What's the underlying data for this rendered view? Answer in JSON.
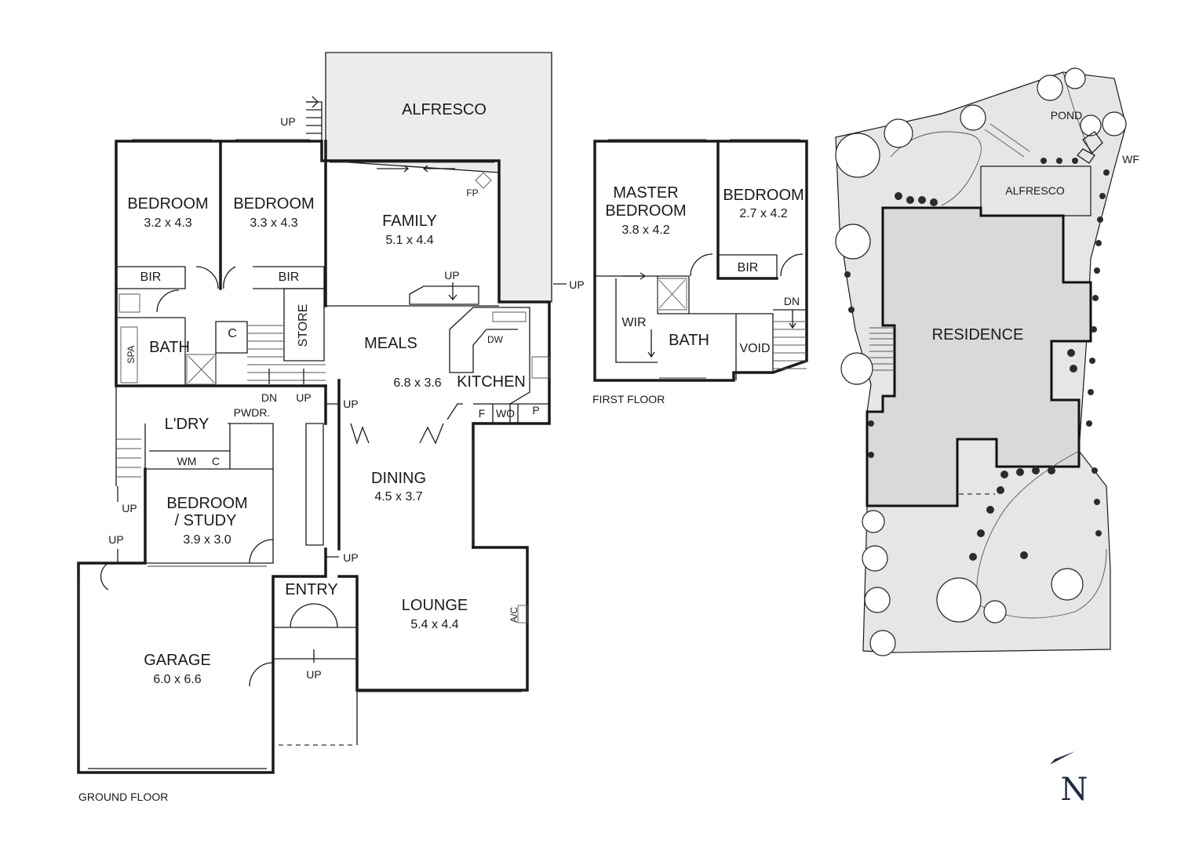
{
  "labels": {
    "ground_floor": "GROUND FLOOR",
    "first_floor": "FIRST FLOOR",
    "north": "N"
  },
  "rooms": {
    "alfresco": "ALFRESCO",
    "bedroom1": {
      "name": "BEDROOM",
      "dim": "3.2 x 4.3"
    },
    "bedroom2": {
      "name": "BEDROOM",
      "dim": "3.3 x 4.3"
    },
    "family": {
      "name": "FAMILY",
      "dim": "5.1 x 4.4"
    },
    "bir1": "BIR",
    "bir2": "BIR",
    "bath": "BATH",
    "spa": "SPA",
    "c1": "C",
    "store": "STORE",
    "meals": "MEALS",
    "meals_dim": "6.8 x 3.6",
    "kitchen": "KITCHEN",
    "dw": "DW",
    "fp": "FP",
    "f": "F",
    "wo": "WO",
    "p": "P",
    "ldry": "L'DRY",
    "pwdr": "PWDR.",
    "wm": "WM",
    "c2": "C",
    "study": {
      "name1": "BEDROOM",
      "name2": "/ STUDY",
      "dim": "3.9 x 3.0"
    },
    "dining": {
      "name": "DINING",
      "dim": "4.5 x 3.7"
    },
    "entry": "ENTRY",
    "lounge": {
      "name": "LOUNGE",
      "dim": "5.4 x 4.4"
    },
    "ac": "A/C",
    "garage": {
      "name": "GARAGE",
      "dim": "6.0 x 6.6"
    },
    "master": {
      "name1": "MASTER",
      "name2": "BEDROOM",
      "dim": "3.8 x 4.2"
    },
    "bedroom3": {
      "name": "BEDROOM",
      "dim": "2.7 x 4.2"
    },
    "bir3": "BIR",
    "wir": "WIR",
    "bath2": "BATH",
    "void": "VOID"
  },
  "stairs": {
    "up": "UP",
    "dn": "DN"
  },
  "site": {
    "residence": "RESIDENCE",
    "alfresco": "ALFRESCO",
    "pond": "POND",
    "wf": "WF"
  }
}
